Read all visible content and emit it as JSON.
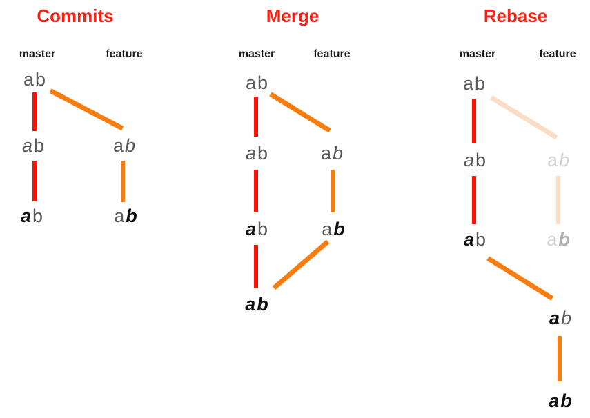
{
  "colors": {
    "title_red": "#fb2015",
    "line_red": "#fa1205",
    "line_orange": "#f87d0e",
    "line_orange_faded": "#fbdcc4",
    "letter_gray": "#595959",
    "letter_black": "#111111",
    "letter_faded": "#d2d2d2",
    "letter_faded_mid": "#aeaeae",
    "label_black": "#1c1c1c"
  },
  "diagrams": [
    {
      "title": "Commits",
      "labels": [
        "master",
        "feature"
      ],
      "nodes": {
        "top": {
          "a": "a",
          "b": "b"
        },
        "master2": {
          "a": "a",
          "b": "b"
        },
        "feature2": {
          "a": "a",
          "b": "b"
        },
        "master3": {
          "a": "a",
          "b": "b"
        },
        "feature3": {
          "a": "a",
          "b": "b"
        }
      }
    },
    {
      "title": "Merge",
      "labels": [
        "master",
        "feature"
      ],
      "nodes": {
        "top": {
          "a": "a",
          "b": "b"
        },
        "master2": {
          "a": "a",
          "b": "b"
        },
        "feature2": {
          "a": "a",
          "b": "b"
        },
        "master3": {
          "a": "a",
          "b": "b"
        },
        "feature3": {
          "a": "a",
          "b": "b"
        },
        "merged": {
          "a": "a",
          "b": "b"
        }
      }
    },
    {
      "title": "Rebase",
      "labels": [
        "master",
        "feature"
      ],
      "nodes": {
        "top": {
          "a": "a",
          "b": "b"
        },
        "master2": {
          "a": "a",
          "b": "b"
        },
        "feature2_faded": {
          "a": "a",
          "b": "b"
        },
        "master3": {
          "a": "a",
          "b": "b"
        },
        "feature3_faded": {
          "a": "a",
          "b": "b"
        },
        "rebased1": {
          "a": "a",
          "b": "b"
        },
        "rebased2": {
          "a": "a",
          "b": "b"
        }
      }
    }
  ]
}
